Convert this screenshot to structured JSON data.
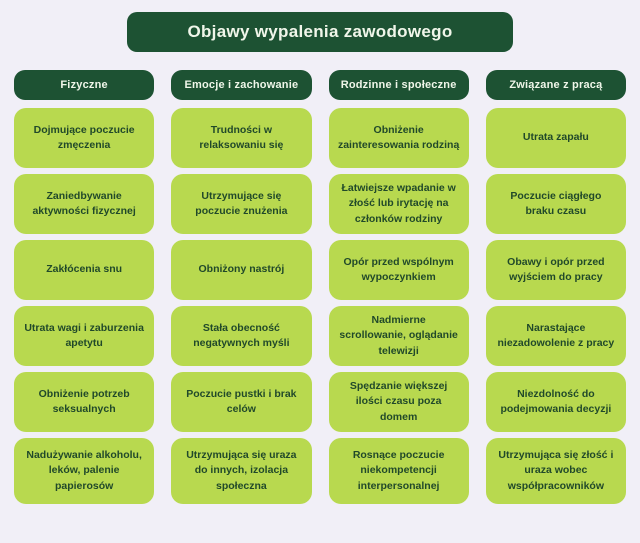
{
  "title": "Objawy wypalenia zawodowego",
  "palette": {
    "background": "#f1eff7",
    "dark_green": "#1d5233",
    "card_green": "#b8d94f",
    "header_text_color": "#eff6e9",
    "card_text_color": "#21492a"
  },
  "columns": [
    {
      "header": "Fizyczne",
      "items": [
        "Dojmujące poczucie zmęczenia",
        "Zaniedbywanie aktywności fizycznej",
        "Zakłócenia snu",
        "Utrata wagi i zaburzenia apetytu",
        "Obniżenie potrzeb seksualnych",
        "Nadużywanie alkoholu, leków, palenie papierosów"
      ]
    },
    {
      "header": "Emocje i zachowanie",
      "items": [
        "Trudności w relaksowaniu się",
        "Utrzymujące się poczucie znużenia",
        "Obniżony nastrój",
        "Stała obecność negatywnych myśli",
        "Poczucie pustki i brak celów",
        "Utrzymująca się uraza do innych, izolacja społeczna"
      ]
    },
    {
      "header": "Rodzinne i społeczne",
      "items": [
        "Obniżenie zainteresowania rodziną",
        "Łatwiejsze wpadanie w złość lub irytację na członków rodziny",
        "Opór przed wspólnym wypoczynkiem",
        "Nadmierne scrollowanie, oglądanie telewizji",
        "Spędzanie większej ilości czasu poza domem",
        "Rosnące poczucie niekompetencji interpersonalnej"
      ]
    },
    {
      "header": "Związane z pracą",
      "items": [
        "Utrata zapału",
        "Poczucie ciągłego braku czasu",
        "Obawy i opór przed wyjściem do pracy",
        "Narastające niezadowolenie z pracy",
        "Niezdolność do podejmowania decyzji",
        "Utrzymująca się złość i uraza wobec współpracowników"
      ]
    }
  ]
}
